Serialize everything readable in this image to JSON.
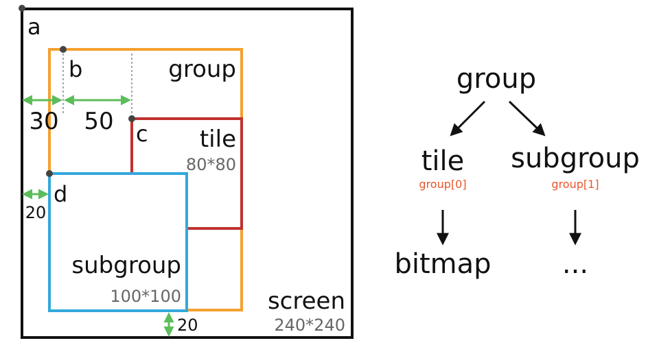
{
  "colors": {
    "screen": "#111111",
    "group": "#f5a030",
    "tile": "#c0312f",
    "subgroup": "#33a8dc",
    "arrow_measure": "#5cbd5a",
    "dot": "#444444",
    "tree_sub_label": "#e8552b"
  },
  "layout_diagram": {
    "labels": {
      "a": "a",
      "b": "b",
      "c": "c",
      "d": "d",
      "group": "group",
      "tile": "tile",
      "tile_size": "80*80",
      "subgroup": "subgroup",
      "subgroup_size": "100*100",
      "screen": "screen",
      "screen_size": "240*240"
    },
    "measures": {
      "m30": "30",
      "m50": "50",
      "m20_left": "20",
      "m20_bottom": "20"
    }
  },
  "tree": {
    "root": "group",
    "left": {
      "label": "tile",
      "sub": "group[0]",
      "child": "bitmap"
    },
    "right": {
      "label": "subgroup",
      "sub": "group[1]",
      "child": "..."
    }
  }
}
